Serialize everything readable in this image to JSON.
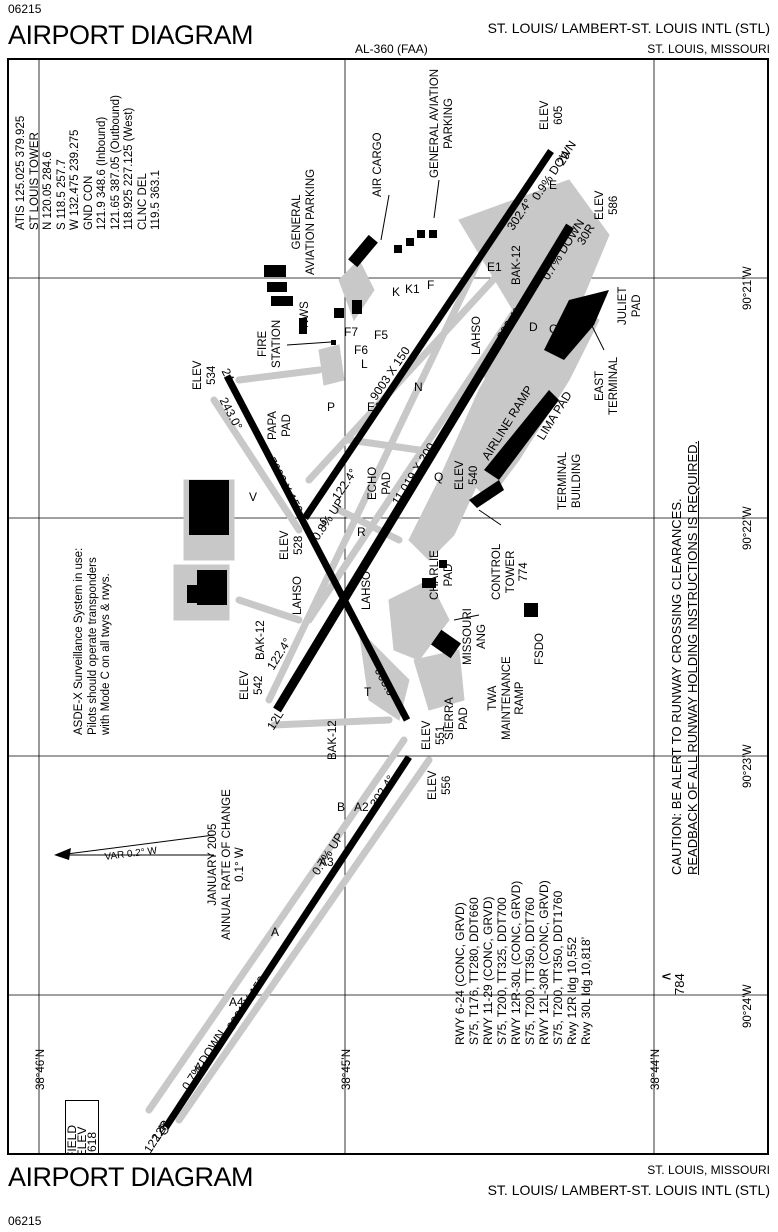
{
  "header": {
    "code_top": "06215",
    "title_top": "AIRPORT DIAGRAM",
    "airport_name_top": "ST. LOUIS/ LAMBERT-ST. LOUIS INTL (STL)",
    "al_number": "AL-360 (FAA)",
    "city_top": "ST. LOUIS, MISSOURI"
  },
  "footer": {
    "title_bottom": "AIRPORT DIAGRAM",
    "code_bottom": "06215",
    "city_bottom": "ST. LOUIS, MISSOURI",
    "airport_name_bottom": "ST. LOUIS/ LAMBERT-ST. LOUIS INTL (STL)"
  },
  "frequencies": [
    "ATIS 125.025  379.925",
    "ST LOUIS TOWER",
    "N 120.05  284.6",
    "S 118.5  257.7",
    "W 132.475  239.275",
    "GND CON",
    "121.9  348.6 (Inbound)",
    "121.65  387.05 (Outbound)",
    "118.925  227.125 (West)",
    "CLNC DEL",
    "119.5  363.1"
  ],
  "caution": {
    "line1": "CAUTION: BE ALERT TO RUNWAY CROSSING CLEARANCES.",
    "line2": "READBACK OF ALL RUNWAY HOLDING INSTRUCTIONS IS REQUIRED."
  },
  "asde": [
    "ASDE-X Surveillance System in use:",
    "Pilots should operate transponders",
    "with Mode C on all twys & rwys."
  ],
  "rate_change": [
    "JANUARY 2005",
    "ANNUAL RATE OF CHANGE",
    "0.1° W"
  ],
  "variation": "VAR 0.2° W",
  "runway_info": [
    "RWY 6-24  (CONC, GRVD)",
    "S75, T176, TT280, DDT660",
    "RWY 11-29  (CONC, GRVD)",
    "S75, T200, TT325, DDT700",
    "RWY 12R-30L  (CONC, GRVD)",
    "S75, T200, TT350, DDT760",
    "RWY 12L-30R  (CONC, GRVD)",
    "S75, T200, TT350, DDT1760",
    "",
    "Rwy 12R ldg 10,552",
    "Rwy 30L ldg 10,818’"
  ],
  "field_elev": [
    "FIELD",
    "ELEV",
    "618"
  ],
  "coords": {
    "lat_left": "38°46’N",
    "lat_mid": "38°45’N",
    "lat_right": "38°44’N",
    "lon_1": "90°21’W",
    "lon_2": "90°22’W",
    "lon_3": "90°23’W",
    "lon_4": "90°24’W"
  },
  "obstacle": "784",
  "runways": {
    "rwy_12r_30l": {
      "dims": "9001 X 150",
      "hdg_a": "122.4°",
      "hdg_b": "302.4°",
      "slope_a": "0.7% DOWN",
      "slope_b": "0.7% UP",
      "end_a": "12R",
      "end_b": "30L"
    },
    "rwy_12l_30r": {
      "dims": "11,019 X 200",
      "hdg_a": "122.4°",
      "hdg_b": "302.4°",
      "slope": "0.7% DOWN",
      "end_a": "12L",
      "end_b": "30R"
    },
    "rwy_11_29": {
      "dims": "9003 X 150",
      "hdg_a": "122.4°",
      "hdg_b": "302.4°",
      "slope_a": "0.8% UP",
      "slope_b": "0.9% DOWN",
      "end_a": "11",
      "end_b": "29"
    },
    "rwy_6_24": {
      "dims": "7602 X 150",
      "hdg_a": "063.0°",
      "hdg_b": "243.0°",
      "end_a": "6",
      "end_b": "24"
    }
  },
  "elevations": [
    {
      "label": "ELEV",
      "value": "605"
    },
    {
      "label": "ELEV",
      "value": "586"
    },
    {
      "label": "ELEV",
      "value": "534"
    },
    {
      "label": "ELEV",
      "value": "528"
    },
    {
      "label": "ELEV",
      "value": "540"
    },
    {
      "label": "ELEV",
      "value": "542"
    },
    {
      "label": "ELEV",
      "value": "551"
    },
    {
      "label": "ELEV",
      "value": "556"
    }
  ],
  "facilities": {
    "air_cargo": "AIR CARGO",
    "ga_parking_1": [
      "GENERAL AVIATION",
      "PARKING"
    ],
    "ga_parking_2": [
      "GENERAL",
      "AVIATION PARKING"
    ],
    "nws": "NWS",
    "fire_station": [
      "FIRE",
      "STATION"
    ],
    "papa_pad": [
      "PAPA",
      "PAD"
    ],
    "echo_pad": [
      "ECHO",
      "PAD"
    ],
    "airline_ramp": "AIRLINE RAMP",
    "lima_pad": "LIMA PAD",
    "east_terminal": [
      "EAST",
      "TERMINAL"
    ],
    "juliet_pad": [
      "JULIET",
      "PAD"
    ],
    "terminal_building": [
      "TERMINAL",
      "BUILDING"
    ],
    "control_tower": [
      "CONTROL",
      "TOWER",
      "774"
    ],
    "charlie_pad": [
      "CHARLIE",
      "PAD"
    ],
    "missouri_ang": [
      "MISSOURI",
      "ANG"
    ],
    "fsdo": "FSDO",
    "twa_ramp": [
      "TWA",
      "MAINTENANCE",
      "RAMP"
    ],
    "sierra_pad": [
      "SIERRA",
      "PAD"
    ],
    "lahso": "LAHSO",
    "bak12": "BAK-12"
  },
  "taxiways": [
    "K",
    "K1",
    "F",
    "F5",
    "F6",
    "F7",
    "E",
    "E1",
    "E2",
    "D",
    "C",
    "R",
    "S",
    "L",
    "V",
    "N",
    "P",
    "Q",
    "B",
    "A",
    "A2",
    "A3",
    "A4",
    "A5",
    "T"
  ],
  "colors": {
    "pavement": "#c8c8c8",
    "runway": "#000000",
    "building": "#000000",
    "background": "#ffffff"
  }
}
